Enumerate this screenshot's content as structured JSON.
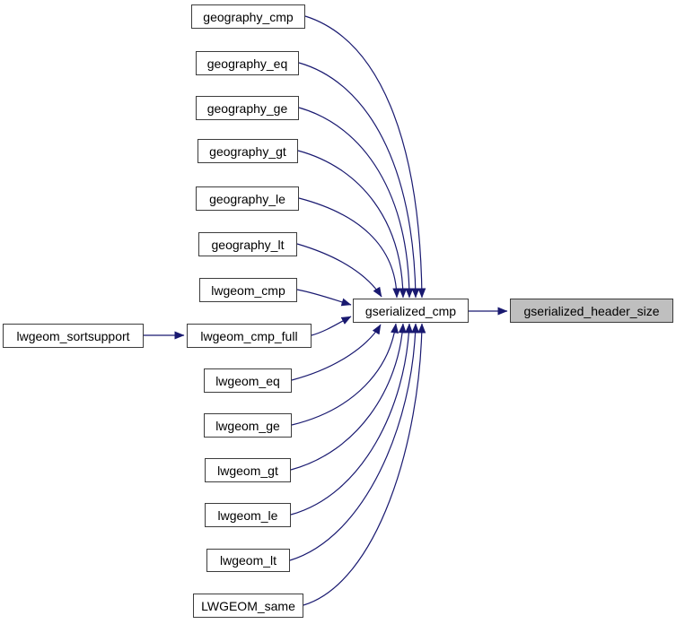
{
  "nodes": [
    {
      "id": "geography_cmp",
      "label": "geography_cmp"
    },
    {
      "id": "geography_eq",
      "label": "geography_eq"
    },
    {
      "id": "geography_ge",
      "label": "geography_ge"
    },
    {
      "id": "geography_gt",
      "label": "geography_gt"
    },
    {
      "id": "geography_le",
      "label": "geography_le"
    },
    {
      "id": "geography_lt",
      "label": "geography_lt"
    },
    {
      "id": "lwgeom_cmp",
      "label": "lwgeom_cmp"
    },
    {
      "id": "lwgeom_cmp_full",
      "label": "lwgeom_cmp_full"
    },
    {
      "id": "lwgeom_eq",
      "label": "lwgeom_eq"
    },
    {
      "id": "lwgeom_ge",
      "label": "lwgeom_ge"
    },
    {
      "id": "lwgeom_gt",
      "label": "lwgeom_gt"
    },
    {
      "id": "lwgeom_le",
      "label": "lwgeom_le"
    },
    {
      "id": "lwgeom_lt",
      "label": "lwgeom_lt"
    },
    {
      "id": "LWGEOM_same",
      "label": "LWGEOM_same"
    },
    {
      "id": "lwgeom_sortsupport",
      "label": "lwgeom_sortsupport"
    },
    {
      "id": "gserialized_cmp",
      "label": "gserialized_cmp"
    },
    {
      "id": "gserialized_header_size",
      "label": "gserialized_header_size"
    }
  ],
  "edges": [
    {
      "from": "geography_cmp",
      "to": "gserialized_cmp"
    },
    {
      "from": "geography_eq",
      "to": "gserialized_cmp"
    },
    {
      "from": "geography_ge",
      "to": "gserialized_cmp"
    },
    {
      "from": "geography_gt",
      "to": "gserialized_cmp"
    },
    {
      "from": "geography_le",
      "to": "gserialized_cmp"
    },
    {
      "from": "geography_lt",
      "to": "gserialized_cmp"
    },
    {
      "from": "lwgeom_cmp",
      "to": "gserialized_cmp"
    },
    {
      "from": "lwgeom_cmp_full",
      "to": "gserialized_cmp"
    },
    {
      "from": "lwgeom_eq",
      "to": "gserialized_cmp"
    },
    {
      "from": "lwgeom_ge",
      "to": "gserialized_cmp"
    },
    {
      "from": "lwgeom_gt",
      "to": "gserialized_cmp"
    },
    {
      "from": "lwgeom_le",
      "to": "gserialized_cmp"
    },
    {
      "from": "lwgeom_lt",
      "to": "gserialized_cmp"
    },
    {
      "from": "LWGEOM_same",
      "to": "gserialized_cmp"
    },
    {
      "from": "lwgeom_sortsupport",
      "to": "lwgeom_cmp_full"
    },
    {
      "from": "gserialized_cmp",
      "to": "gserialized_header_size"
    }
  ],
  "colors": {
    "edge": "#191970",
    "node_fill": "#ffffff",
    "node_border": "#3c3c3c",
    "highlight_fill": "#bfbfbf",
    "text": "#000000",
    "background": "#ffffff"
  }
}
